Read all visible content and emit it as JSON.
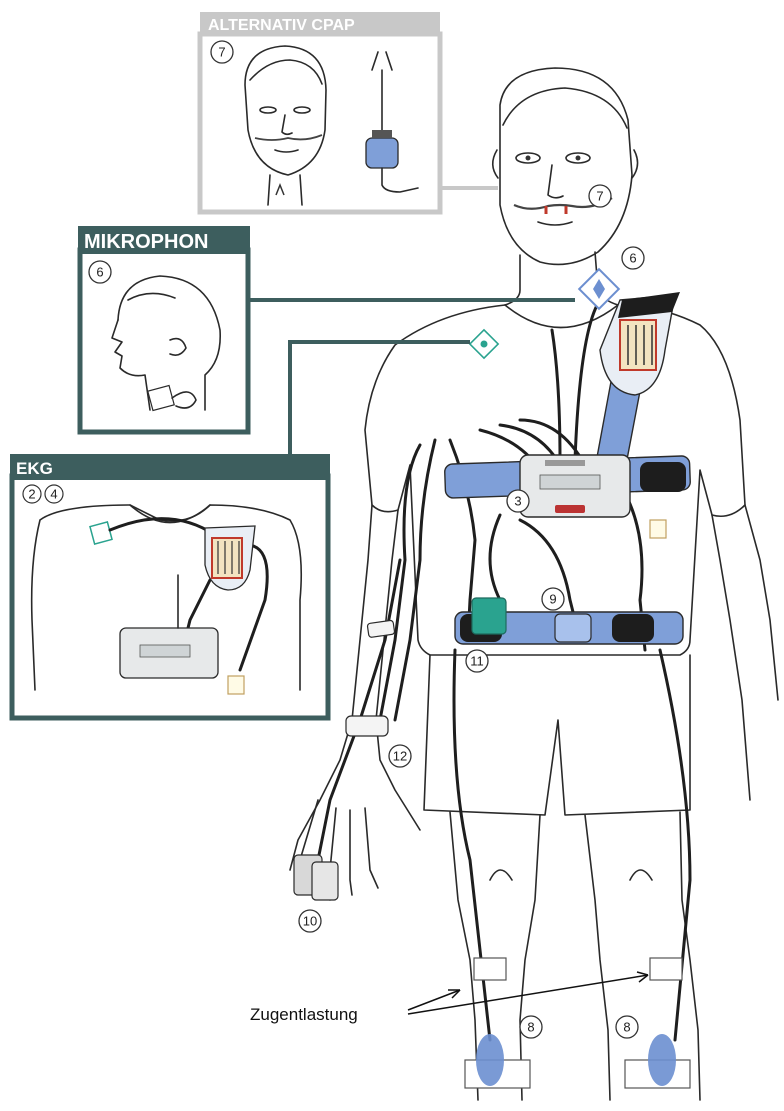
{
  "panels": {
    "cpap": {
      "title": "ALTERNATIV CPAP",
      "number": "7"
    },
    "mic": {
      "title": "MIKROPHON",
      "number": "6"
    },
    "ekg": {
      "title": "EKG",
      "numbers": [
        "2",
        "4"
      ]
    }
  },
  "callouts": {
    "nasal": "7",
    "mic": "6",
    "recorder": "3",
    "buckle": "9",
    "belt": "11",
    "wrist": "12",
    "finger": "10",
    "leg_left": "8",
    "leg_right": "8"
  },
  "caption": "Zugentlastung",
  "colors": {
    "panel_border": "#3d5e5e",
    "cpap_border": "#c8c8c8",
    "belt_blue": "#7f9fd8",
    "belt_black": "#1d1d1d",
    "sensor_teal": "#2aa38f",
    "device_gray": "#e7e9ea",
    "line": "#2a2a2a"
  },
  "icons": [
    "mic-sensor-icon",
    "ecg-electrode-icon",
    "ecg-lead-box-icon",
    "pulse-oximeter-icon",
    "leg-sensor-icon"
  ]
}
